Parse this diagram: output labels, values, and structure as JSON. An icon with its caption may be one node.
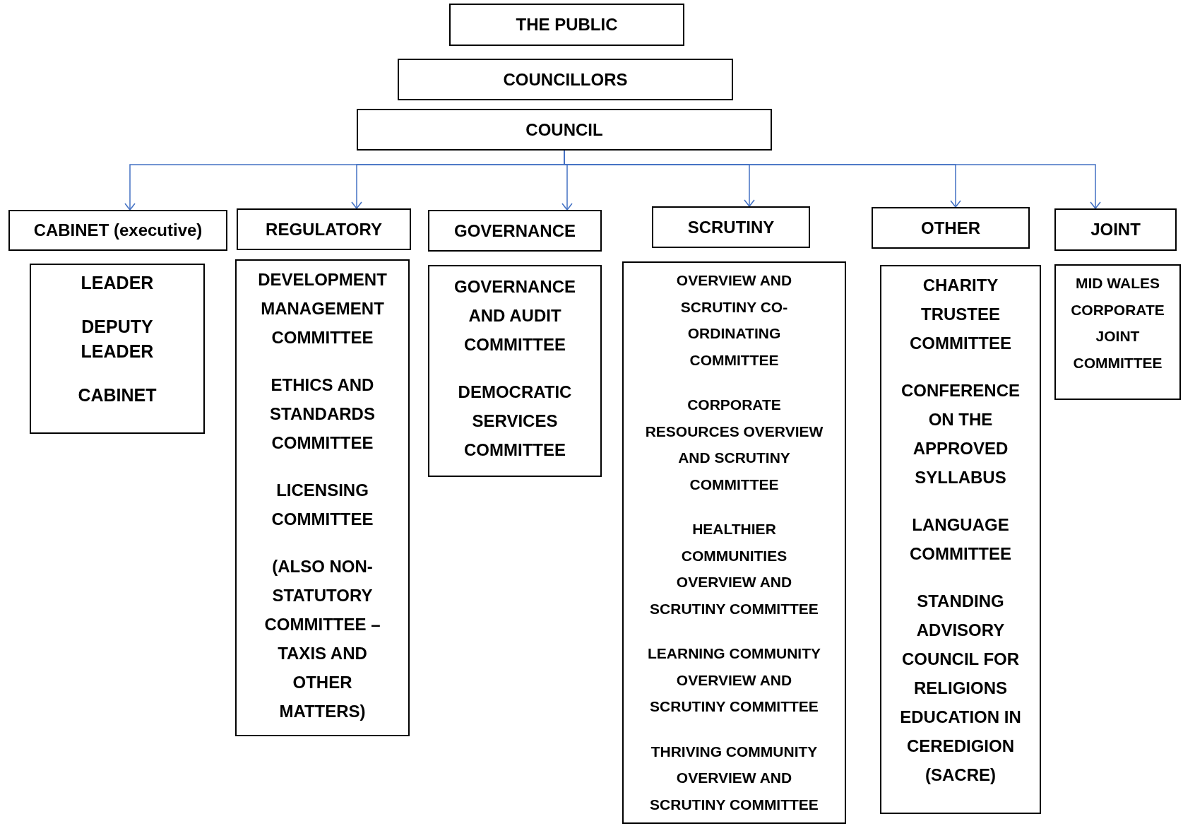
{
  "diagram": {
    "nodes": [
      {
        "text": [
          "THE PUBLIC"
        ]
      },
      {
        "text": [
          "COUNCILLORS"
        ]
      },
      {
        "text": [
          "COUNCIL"
        ]
      },
      {
        "text": [
          "CABINET (executive)"
        ]
      },
      {
        "text": [
          "REGULATORY"
        ]
      },
      {
        "text": [
          "GOVERNANCE"
        ]
      },
      {
        "text": [
          "SCRUTINY"
        ]
      },
      {
        "text": [
          "OTHER"
        ]
      },
      {
        "text": [
          "JOINT"
        ]
      },
      {
        "text": [
          "LEADER",
          "DEPUTY LEADER",
          "CABINET"
        ]
      },
      {
        "text": [
          "DEVELOPMENT MANAGEMENT COMMITTEE",
          "ETHICS AND STANDARDS COMMITTEE",
          "LICENSING COMMITTEE",
          "(ALSO NON-STATUTORY COMMITTEE – TAXIS AND OTHER MATTERS)"
        ]
      },
      {
        "text": [
          "GOVERNANCE AND AUDIT COMMITTEE",
          "DEMOCRATIC SERVICES COMMITTEE"
        ]
      },
      {
        "text": [
          "OVERVIEW AND SCRUTINY CO-ORDINATING COMMITTEE",
          "CORPORATE RESOURCES OVERVIEW AND SCRUTINY COMMITTEE",
          "HEALTHIER COMMUNITIES OVERVIEW AND SCRUTINY COMMITTEE",
          "LEARNING COMMUNITY OVERVIEW AND SCRUTINY COMMITTEE",
          "THRIVING COMMUNITY OVERVIEW AND SCRUTINY COMMITTEE"
        ]
      },
      {
        "text": [
          "CHARITY TRUSTEE COMMITTEE",
          "CONFERENCE ON THE APPROVED SYLLABUS",
          "LANGUAGE COMMITTEE",
          "STANDING ADVISORY COUNCIL FOR RELIGIONS EDUCATION IN CEREDIGION (SACRE)"
        ]
      },
      {
        "text": [
          "MID WALES CORPORATE JOINT COMMITTEE"
        ]
      }
    ],
    "edges": [
      {
        "from": 2,
        "to": 3,
        "arrow": "to"
      },
      {
        "from": 2,
        "to": 4,
        "arrow": "to"
      },
      {
        "from": 2,
        "to": 5,
        "arrow": "to"
      },
      {
        "from": 2,
        "to": 6,
        "arrow": "to"
      },
      {
        "from": 2,
        "to": 7,
        "arrow": "to"
      },
      {
        "from": 2,
        "to": 8,
        "arrow": "to"
      }
    ]
  }
}
